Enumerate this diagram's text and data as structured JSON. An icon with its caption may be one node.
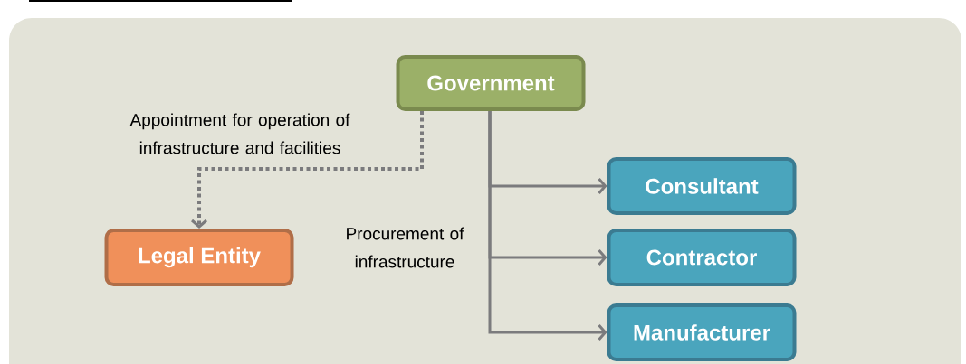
{
  "diagram": {
    "nodes": [
      {
        "text": [
          "Government"
        ]
      },
      {
        "text": [
          "Legal Entity"
        ]
      },
      {
        "text": [
          "Consultant"
        ]
      },
      {
        "text": [
          "Contractor"
        ]
      },
      {
        "text": [
          "Manufacturer"
        ]
      }
    ],
    "edges": [
      {
        "from": 0,
        "to": 1,
        "arrow": "to",
        "style": "dashed",
        "label": "Appointment for operation of infrastructure and facilities"
      },
      {
        "from": 0,
        "to": 2,
        "arrow": "to"
      },
      {
        "from": 0,
        "to": 3,
        "arrow": "to",
        "label": "Procurement of infrastructure"
      },
      {
        "from": 0,
        "to": 4,
        "arrow": "to"
      }
    ]
  }
}
